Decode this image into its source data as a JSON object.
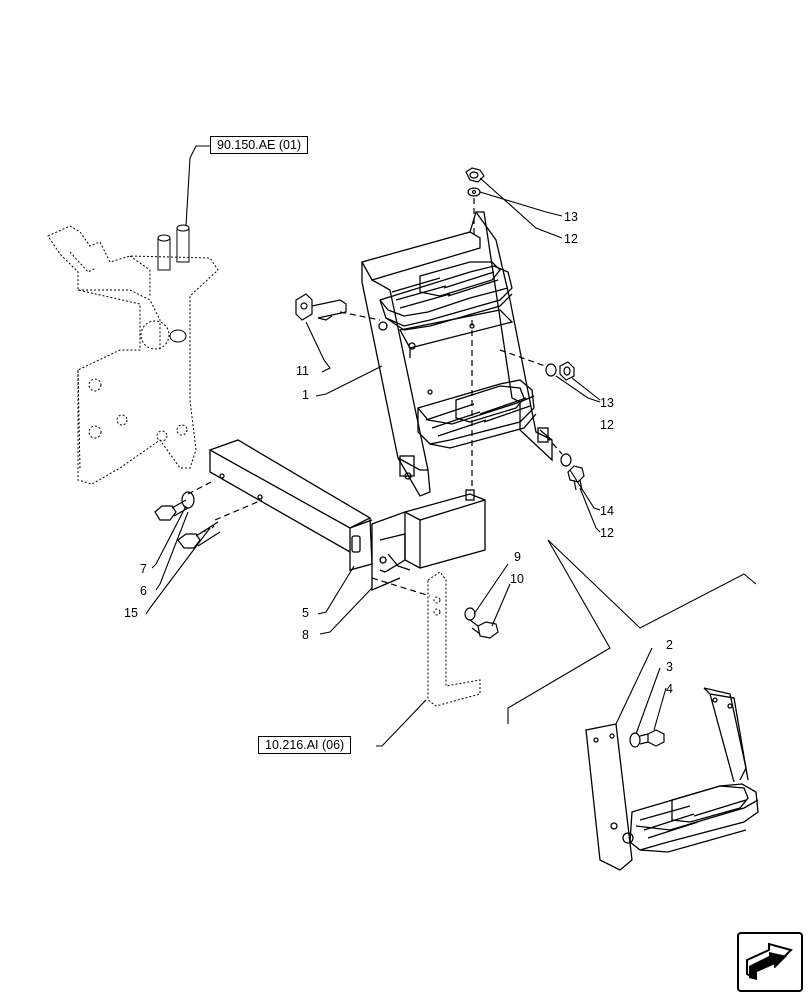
{
  "references": {
    "top_left": "90.150.AE (01)",
    "bottom": "10.216.AI (06)"
  },
  "callouts": {
    "c1": "1",
    "c2": "2",
    "c3": "3",
    "c4": "4",
    "c5": "5",
    "c6": "6",
    "c7": "7",
    "c8": "8",
    "c9": "9",
    "c10": "10",
    "c11": "11",
    "c12a": "12",
    "c12b": "12",
    "c12c": "12",
    "c13a": "13",
    "c13b": "13",
    "c14": "14",
    "c15": "15"
  },
  "nav": {
    "icon": "next-page-arrow-icon"
  }
}
